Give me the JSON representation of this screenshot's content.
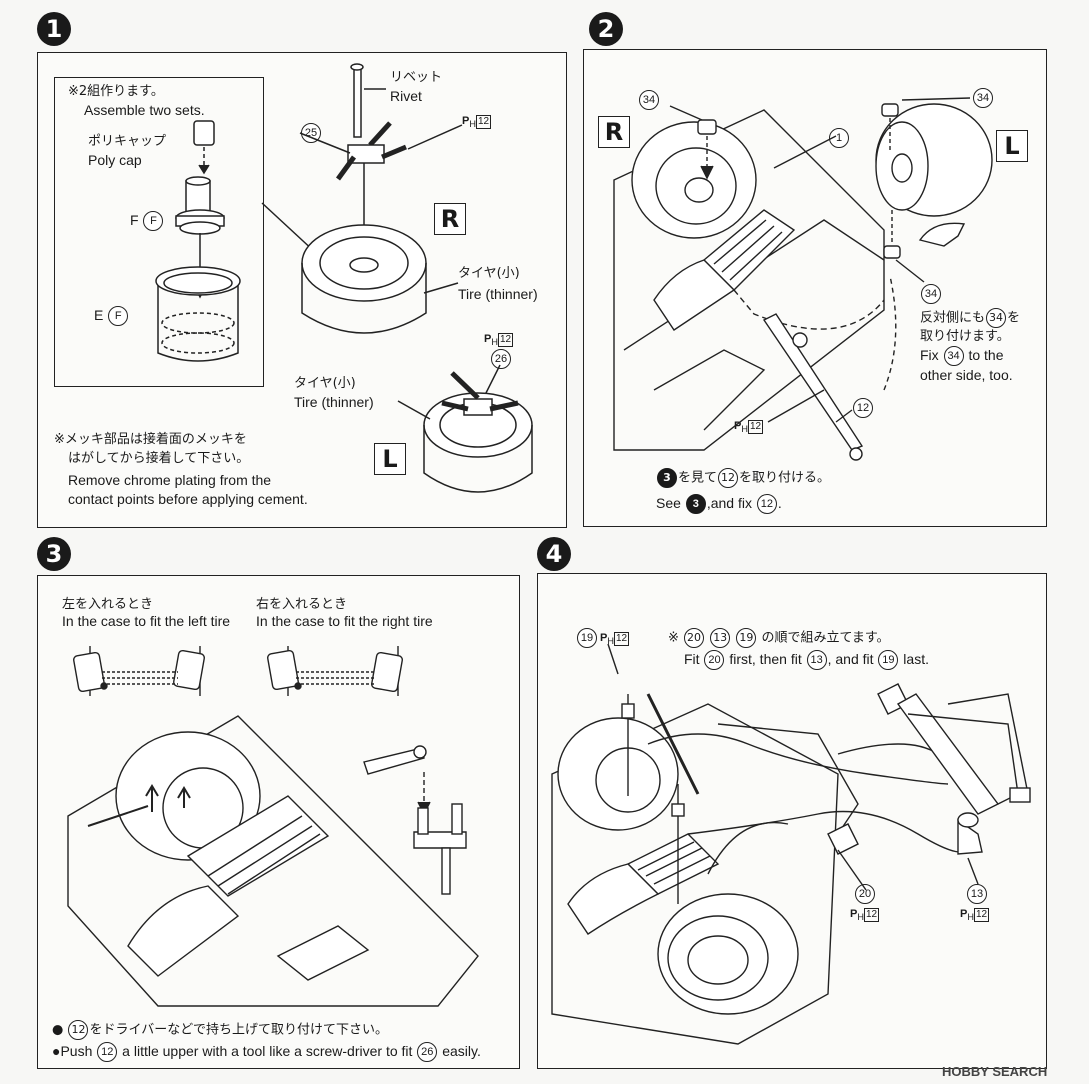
{
  "steps": {
    "s1": "1",
    "s2": "2",
    "s3": "3",
    "s4": "4"
  },
  "panel1": {
    "note_jp": "※2組作ります。",
    "note_en": "Assemble two sets.",
    "polycap_jp": "ポリキャップ",
    "polycap_en": "Poly cap",
    "f_label": "F",
    "f_circ": "F",
    "e_label": "E",
    "e_circ": "F",
    "rivet_jp": "リベット",
    "rivet_en": "Rivet",
    "part25": "25",
    "part26": "26",
    "ph_prefix": "P",
    "ph_sub": "H",
    "ph_num": "12",
    "tire_jp": "タイヤ(小)",
    "tire_en": "Tire (thinner)",
    "tire2_jp": "タイヤ(小)",
    "tire2_en": "Tire (thinner)",
    "R": "R",
    "L": "L",
    "chrome_jp1": "※メッキ部品は接着面のメッキを",
    "chrome_jp2": "はがしてから接着して下さい。",
    "chrome_en1": "Remove chrome plating from the",
    "chrome_en2": "contact points before applying cement."
  },
  "panel2": {
    "R": "R",
    "L": "L",
    "p34": "34",
    "p1": "1",
    "p12": "12",
    "ph_prefix": "P",
    "ph_sub": "H",
    "ph_num": "12",
    "other_jp_a": "反対側にも",
    "other_jp_b": "を",
    "other_jp2": "取り付けます。",
    "other_en_a": "Fix",
    "other_en_b": "to the",
    "other_en2": "other side, too.",
    "see_jp_a": "を見て",
    "see_jp_b": "を取り付ける。",
    "see_en_a": "See",
    "see_en_b": ",and fix",
    "see_en_c": ".",
    "step3": "3"
  },
  "panel3": {
    "left_jp": "左を入れるとき",
    "left_en": "In the case to fit the left tire",
    "right_jp": "右を入れるとき",
    "right_en": "In the case to fit the right tire",
    "bullet1_jp": "をドライバーなどで持ち上げて取り付けて下さい。",
    "bullet2_a": "Push",
    "bullet2_b": "a little upper with a tool like a screw-driver to fit",
    "bullet2_c": "easily.",
    "p12": "12",
    "p26": "26"
  },
  "panel4": {
    "order_jp_a": "※",
    "order_jp_b": "の順で組み立てます。",
    "order_en_a": "Fit",
    "order_en_b": "first, then fit",
    "order_en_c": ", and fit",
    "order_en_d": "last.",
    "p19": "19",
    "p20": "20",
    "p13": "13",
    "ph_prefix": "P",
    "ph_sub": "H",
    "ph_num": "12"
  },
  "watermark": "HOBBY SEARCH"
}
